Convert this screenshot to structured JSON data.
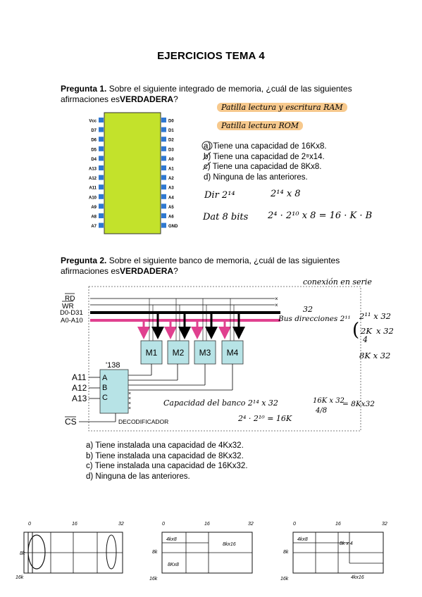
{
  "title": "EJERCICIOS TEMA 4",
  "q1": {
    "label": "Pregunta 1.",
    "text1": "Sobre el siguiente integrado de memoria, ¿cuál de las siguientes",
    "text2": "afirmaciones es",
    "emph": "VERDADERA",
    "text3": "?",
    "pins_left": [
      "Vcc",
      "D7",
      "D6",
      "D5",
      "D4",
      "A13",
      "A12",
      "A11",
      "A10",
      "A9",
      "A8",
      "A7"
    ],
    "pins_right": [
      "D0",
      "D1",
      "D2",
      "D3",
      "A0",
      "A1",
      "A2",
      "A3",
      "A4",
      "A5",
      "A6",
      "GND"
    ],
    "options": [
      "a)  Tiene una capacidad de 16Kx8.",
      "b)  Tiene una capacidad de 2⁸x14.",
      "c)  Tiene una capacidad de 8Kx8.",
      "d)  Ninguna de las anteriores."
    ],
    "notes": {
      "n1": "Patilla lectura y escritura RAM",
      "n2": "Patilla lectura ROM",
      "n3": "Dir 2¹⁴",
      "n4": "2¹⁴ x 8",
      "n5": "Dat 8 bits",
      "n6": "2⁴ · 2¹⁰ x 8 = 16 · K · B"
    }
  },
  "q2": {
    "label": "Pregunta 2.",
    "text1": "Sobre el siguiente banco de memoria, ¿cuál de las siguientes",
    "text2": "afirmaciones es",
    "emph": "VERDADERA",
    "text3": "?",
    "signals": [
      "RD",
      "WR",
      "D0-D31",
      "A0-A10"
    ],
    "modules": [
      "M1",
      "M2",
      "M3",
      "M4"
    ],
    "decoder_id": "'138",
    "decoder_inputs": [
      "A",
      "B",
      "C"
    ],
    "addr_inputs": [
      "A11",
      "A12",
      "A13"
    ],
    "cs": "CS",
    "decoder_label": "DECODIFICADOR",
    "options": [
      "a)  Tiene instalada una capacidad de 4Kx32.",
      "b)  Tiene instalada una capacidad de 8Kx32.",
      "c)  Tiene instalada una capacidad de 16Kx32.",
      "d)  Ninguna de las anteriores."
    ],
    "notes": {
      "conexion": "conexión en serie",
      "bus_num": "32",
      "bus_dir": "Bus direcciones  2¹¹",
      "r1": "2¹¹ x 32",
      "r2a": "2K",
      "r2b": "x 32",
      "r2c": "4",
      "r3": "8K x 32",
      "cap": "Capacidad del banco  2¹⁴ x 32",
      "frac_top": "16K x 32",
      "frac_bot": "4/8",
      "eq": "= 8Kx32",
      "calc": "2⁴ · 2¹⁰ = 16K"
    }
  },
  "sketches": {
    "s1": {
      "t0": "0",
      "t16": "16",
      "t32": "32",
      "l8": "8k",
      "l16": "16k"
    },
    "s2": {
      "t0": "0",
      "t16": "16",
      "t32": "32",
      "l8": "8k",
      "l16": "16k",
      "c1": "4kx8",
      "c2": "8kx16",
      "c3": "8Kx8"
    },
    "s3": {
      "t0": "0",
      "t16": "16",
      "t32": "32",
      "l8": "8k",
      "l16": "16k",
      "c1": "4kx8",
      "c2": "8k x 4",
      "c3": "4kx16"
    }
  }
}
